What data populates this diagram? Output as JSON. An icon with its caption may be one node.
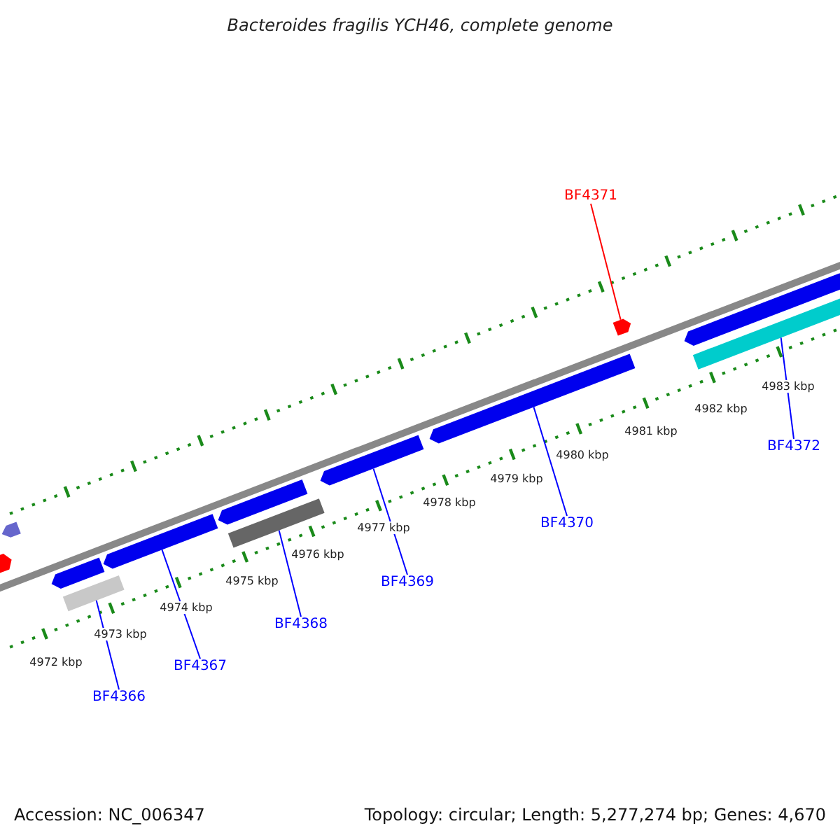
{
  "diagram": {
    "title": "Bacteroides fragilis YCH46, complete genome",
    "nodes": [
      {
        "text": [
          "BF4371"
        ]
      },
      {
        "text": [
          "BF4372"
        ]
      },
      {
        "text": [
          "BF4370"
        ]
      },
      {
        "text": [
          "BF4369"
        ]
      },
      {
        "text": [
          "BF4368"
        ]
      },
      {
        "text": [
          "BF4367"
        ]
      },
      {
        "text": [
          "BF4366"
        ]
      },
      {
        "text": [],
        "shape": "bar"
      },
      {
        "text": [],
        "shape": "bar"
      },
      {
        "text": [],
        "shape": "bar"
      },
      {
        "text": [],
        "shape": "bar"
      },
      {
        "text": [],
        "shape": "bar"
      },
      {
        "text": [],
        "shape": "bar"
      },
      {
        "text": [],
        "shape": "bar"
      },
      {
        "text": [],
        "shape": "bar"
      },
      {
        "text": [],
        "shape": "bar"
      },
      {
        "text": [],
        "shape": "bar"
      },
      {
        "text": [],
        "shape": "bar"
      },
      {
        "text": [],
        "shape": "bar"
      }
    ],
    "edges": [
      {
        "from": 0,
        "to": 16,
        "arrow": "none",
        "color": "#ff0000"
      },
      {
        "from": 1,
        "to": 18,
        "arrow": "none"
      },
      {
        "from": 2,
        "to": 15,
        "arrow": "none"
      },
      {
        "from": 3,
        "to": 14,
        "arrow": "none"
      },
      {
        "from": 4,
        "to": 13,
        "arrow": "none"
      },
      {
        "from": 5,
        "to": 11,
        "arrow": "none"
      },
      {
        "from": 6,
        "to": 9,
        "arrow": "none"
      }
    ],
    "labels": [
      "4983 kbp",
      "4982 kbp",
      "4981 kbp",
      "4980 kbp",
      "4979 kbp",
      "4978 kbp",
      "4977 kbp",
      "4976 kbp",
      "4975 kbp",
      "4974 kbp",
      "4973 kbp",
      "4972 kbp",
      "Accession: NC_006347",
      "Topology: circular; Length: 5,277,274 bp; Genes: 4,670"
    ]
  }
}
